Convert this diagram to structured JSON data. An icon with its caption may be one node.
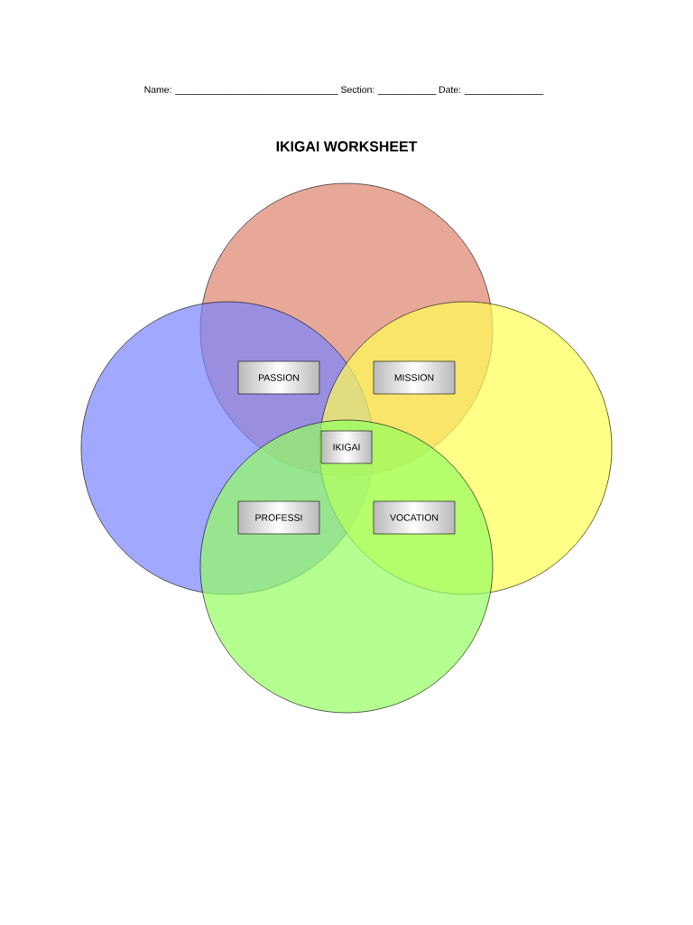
{
  "diagram": {
    "title": "IKIGAI WORKSHEET",
    "nodes": [
      {
        "text": [],
        "shape": "circle"
      },
      {
        "text": [],
        "shape": "circle"
      },
      {
        "text": [],
        "shape": "circle"
      },
      {
        "text": [],
        "shape": "circle"
      },
      {
        "text": [
          "PASSION"
        ]
      },
      {
        "text": [
          "MISSION"
        ]
      },
      {
        "text": [
          "IKIGAI"
        ]
      },
      {
        "text": [
          "PROFESSI"
        ]
      },
      {
        "text": [
          "VOCATION"
        ]
      }
    ],
    "labels": [
      "Name: _______________________________ Section: ___________ Date: _______________"
    ]
  }
}
